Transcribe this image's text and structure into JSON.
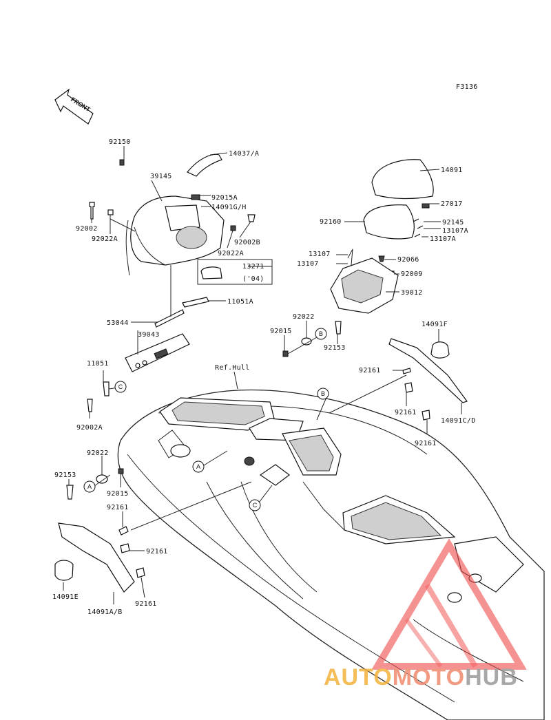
{
  "figure_code": "F3136",
  "front_arrow_label": "FRONT",
  "labels": {
    "p14037": "14037/A",
    "p92150": "92150",
    "p39145": "39145",
    "p92015A": "92015A",
    "p14091GH": "14091G/H",
    "p92002": "92002",
    "p92022A_a": "92022A",
    "p92002B": "92002B",
    "p92022A_b": "92022A",
    "p13271": "13271",
    "p13271_year": "('04)",
    "p11051A": "11051A",
    "p53044": "53044",
    "p39043": "39043",
    "p11051": "11051",
    "p92002A": "92002A",
    "p14091": "14091",
    "p27017": "27017",
    "p92160": "92160",
    "p92145": "92145",
    "p13107A_a": "13107A",
    "p13107A_b": "13107A",
    "p13107_a": "13107",
    "p13107_b": "13107",
    "p92066": "92066",
    "p92009": "92009",
    "p39012": "39012",
    "p92022_a": "92022",
    "p92015_a": "92015",
    "p92153_a": "92153",
    "p14091F": "14091F",
    "p92161_a": "92161",
    "p92161_b": "92161",
    "p14091CD": "14091C/D",
    "p92161_c": "92161",
    "ref_hull": "Ref.Hull",
    "p92022_b": "92022",
    "p92153_b": "92153",
    "p92015_b": "92015",
    "p92161_d": "92161",
    "p92161_e": "92161",
    "p92161_f": "92161",
    "p14091E": "14091E",
    "p14091AB": "14091A/B"
  },
  "callouts": {
    "A1": "A",
    "A2": "A",
    "B1": "B",
    "B2": "B",
    "C1": "C",
    "C2": "C"
  },
  "watermark": {
    "auto": "AUTO",
    "moto": "MOTO",
    "hub": "HUB",
    "colors": {
      "auto": "#f3b23a",
      "moto": "#f08a6e",
      "hub": "#9a9a9a",
      "triangle": "#f04848"
    }
  }
}
